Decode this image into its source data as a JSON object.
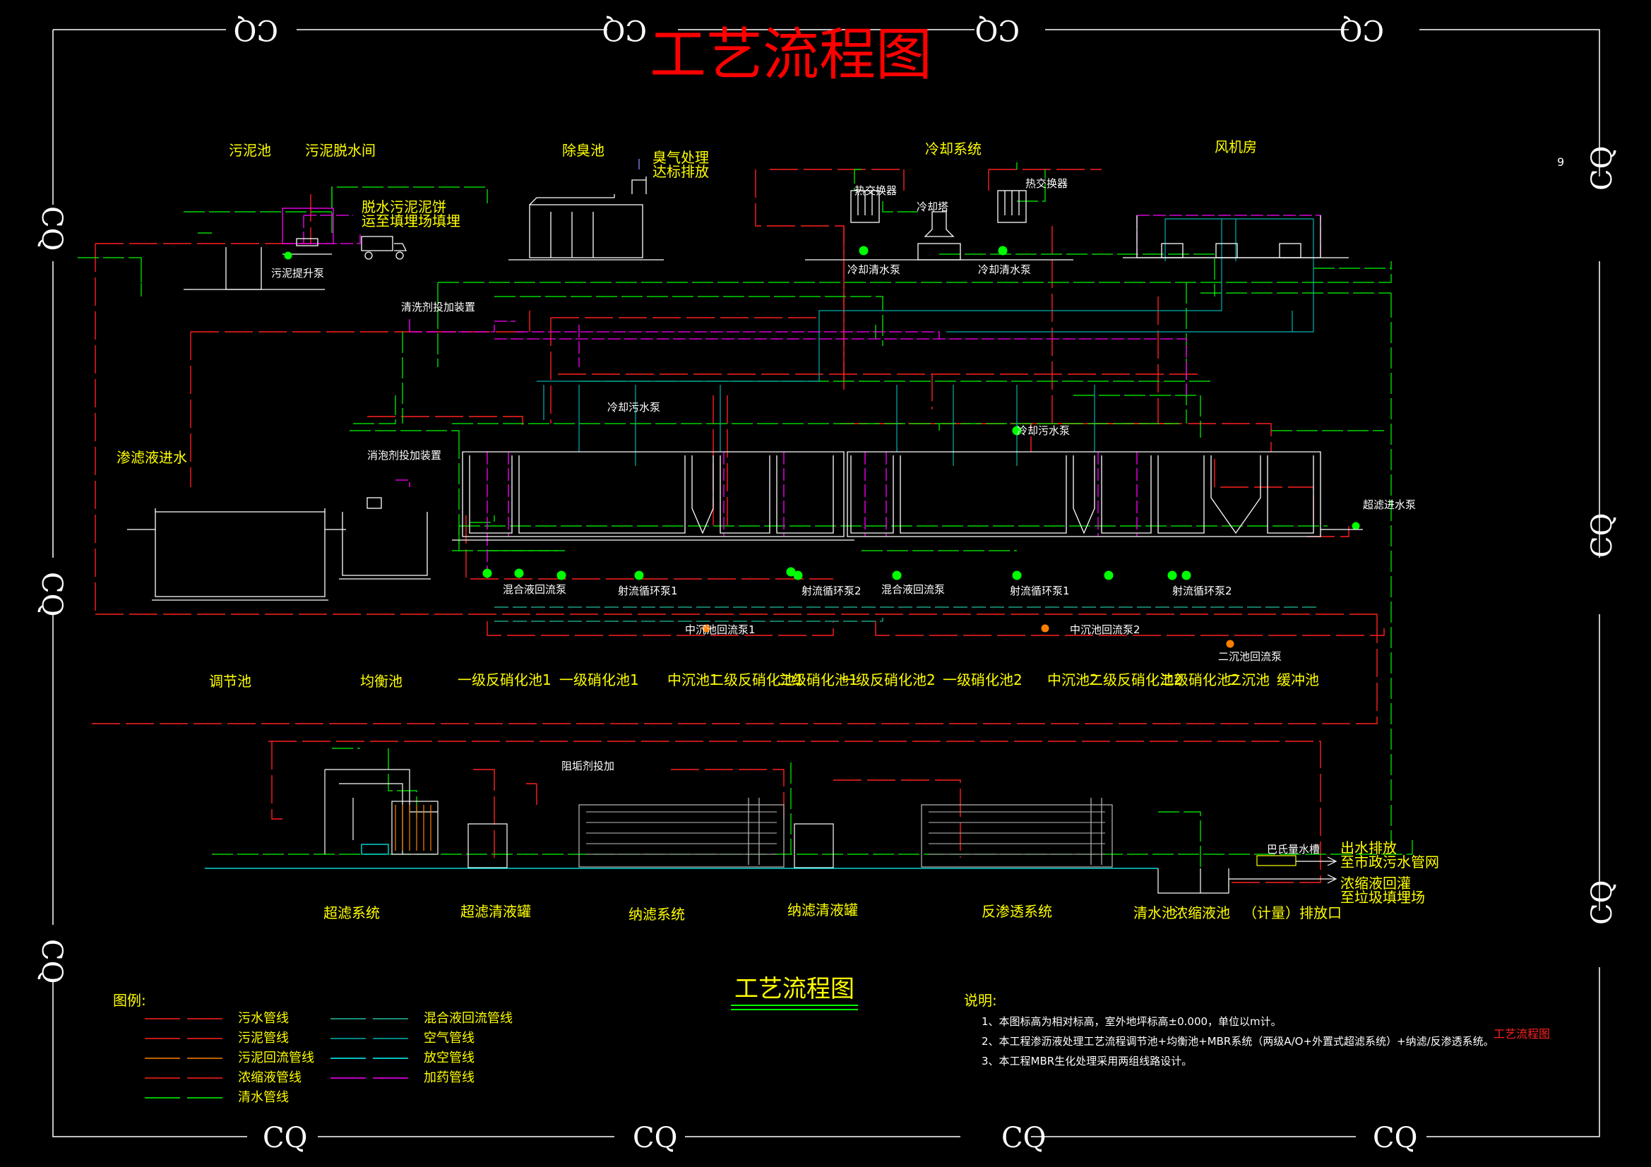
{
  "title_top": "工艺流程图",
  "title_bottom": "工艺流程图",
  "corner_tag": "工艺流程图",
  "page_number": "9",
  "frame_marks": {
    "top": [
      "CQ",
      "CQ",
      "CQ",
      "CQ"
    ],
    "bottom": [
      "CQ",
      "CQ",
      "CQ",
      "CQ"
    ],
    "left": [
      "CQ",
      "CQ",
      "CQ"
    ],
    "right": [
      "CQ",
      "CQ",
      "CQ"
    ]
  },
  "top_units": {
    "sludge_pool": "污泥池",
    "sludge_dewatering": "污泥脱水间",
    "deodor_pool": "除臭池",
    "cooling_system": "冷却系统",
    "blower_room": "风机房",
    "odor_note_1": "臭气处理",
    "odor_note_2": "达标排放",
    "cake_note_1": "脱水污泥泥饼",
    "cake_note_2": "运至填埋场填埋",
    "sludge_lift_pump": "污泥提升泵",
    "heat_exchanger_1": "热交换器",
    "heat_exchanger_2": "热交换器",
    "cooling_tower": "冷却塔",
    "cooling_water_pump": "冷却清水泵",
    "cooling_water_pump_2": "冷却清水泵",
    "cleaning_dosing": "清洗剂投加装置",
    "defoamer_dosing": "消泡剂投加装置",
    "cooling_sewage_pump": "冷却污水泵",
    "cooling_sewage_pump_2": "冷却污水泵",
    "leachate_in": "渗滤液进水",
    "uf_feed_pump": "超滤进水泵",
    "secondary_return_pump": "二沉池回流泵"
  },
  "pumps": {
    "mix_return_1": "混合液回流泵",
    "jet_1": "射流循环泵1",
    "jet_2": "射流循环泵2",
    "mix_return_2": "混合液回流泵",
    "jet_3": "射流循环泵1",
    "jet_4": "射流循环泵2",
    "mid_return_1": "中沉池回流泵1",
    "mid_return_2": "中沉池回流泵2"
  },
  "tanks": [
    "调节池",
    "均衡池",
    "一级反硝化池1",
    "一级硝化池1",
    "中沉池1",
    "二级反硝化池1",
    "二级硝化池1",
    "一级反硝化池2",
    "一级硝化池2",
    "中沉池2",
    "二级反硝化池2",
    "二级硝化池2",
    "二沉池",
    "缓冲池"
  ],
  "systems": [
    "超滤系统",
    "超滤清液罐",
    "纳滤系统",
    "纳滤清液罐",
    "反渗透系统",
    "清水池",
    "浓缩液池",
    "（计量）排放口"
  ],
  "bottom_notes": {
    "antiscalant": "阻垢剂投加",
    "flow_meter": "巴氏量水槽",
    "outlet_1": "出水排放",
    "outlet_2": "至市政污水管网",
    "concentrate_1": "浓缩液回灌",
    "concentrate_2": "至垃圾填埋场"
  },
  "legend": {
    "title": "图例:",
    "items": [
      {
        "label": "污水管线",
        "color": "#ff2020"
      },
      {
        "label": "污泥管线",
        "color": "#ff2020"
      },
      {
        "label": "污泥回流管线",
        "color": "#ff8000"
      },
      {
        "label": "浓缩液管线",
        "color": "#ff2020"
      },
      {
        "label": "清水管线",
        "color": "#00ff00"
      },
      {
        "label": "混合液回流管线",
        "color": "#20c0a0"
      },
      {
        "label": "空气管线",
        "color": "#00b0b0"
      },
      {
        "label": "放空管线",
        "color": "#00ffff"
      },
      {
        "label": "加药管线",
        "color": "#ff00ff"
      }
    ]
  },
  "notes": {
    "title": "说明:",
    "lines": [
      "1、本图标高为相对标高，室外地坪标高±0.000，单位以m计。",
      "2、本工程渗沥液处理工艺流程调节池+均衡池+MBR系统（两级A/O+外置式超滤系统）+纳滤/反渗透系统。",
      "3、本工程MBR生化处理采用两组线路设计。"
    ]
  },
  "colors": {
    "sewage": "#ff2020",
    "clean": "#00ff00",
    "air": "#00b0b0",
    "dosing": "#ff00ff",
    "mix": "#20c0a0",
    "structure": "#ffffff",
    "label": "#ffff00",
    "title": "#ff0000"
  }
}
